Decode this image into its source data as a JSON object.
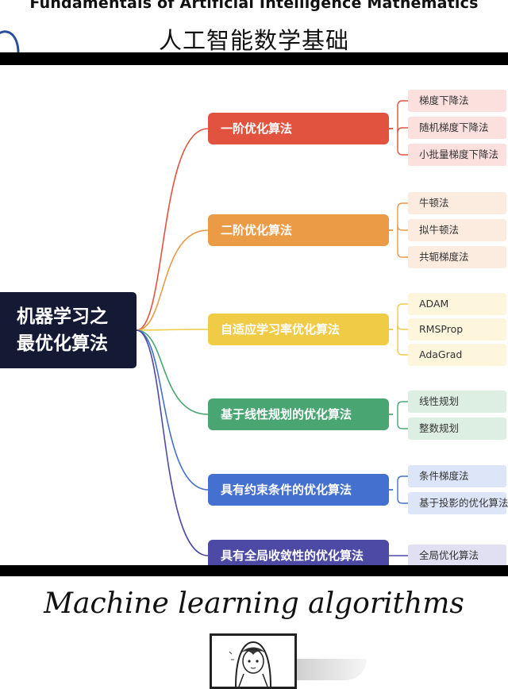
{
  "header": {
    "title": "Fundamentals of Artificial Intelligence Mathematics",
    "subtitle": "人工智能数学基础"
  },
  "mindmap": {
    "root": {
      "line1": "机器学习之",
      "line2": "最优化算法"
    },
    "branches": [
      {
        "label": "一阶优化算法",
        "color": "#e2533f",
        "leaf_bg": "#fbe0de",
        "leaves": [
          "梯度下降法",
          "随机梯度下降法",
          "小批量梯度下降法"
        ]
      },
      {
        "label": "二阶优化算法",
        "color": "#eb9a45",
        "leaf_bg": "#fcecdf",
        "leaves": [
          "牛顿法",
          "拟牛顿法",
          "共轭梯度法"
        ]
      },
      {
        "label": "自适应学习率优化算法",
        "color": "#f0cb45",
        "leaf_bg": "#fdf5dc",
        "leaves": [
          "ADAM",
          "RMSProp",
          "AdaGrad"
        ]
      },
      {
        "label": "基于线性规划的优化算法",
        "color": "#49a673",
        "leaf_bg": "#ddefe3",
        "leaves": [
          "线性规划",
          "整数规划"
        ]
      },
      {
        "label": "具有约束条件的优化算法",
        "color": "#4470cf",
        "leaf_bg": "#dde5f8",
        "leaves": [
          "条件梯度法",
          "基于投影的优化算法"
        ]
      },
      {
        "label": "具有全局收敛性的优化算法",
        "color": "#4d4aa6",
        "leaf_bg": "#e0e0f2",
        "leaves": [
          "全局优化算法"
        ]
      }
    ]
  },
  "caption": "Machine learning algorithms"
}
